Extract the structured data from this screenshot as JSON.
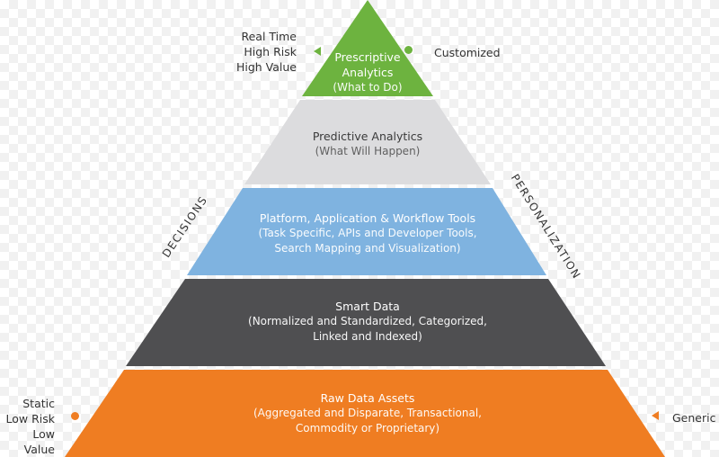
{
  "colors": {
    "green": "#6db33f",
    "light_gray": "#dcdcde",
    "light_blue": "#7fb3e0",
    "dark_gray": "#4f4f51",
    "orange": "#ef7d22"
  },
  "tiers": [
    {
      "title": "Prescriptive",
      "title2": "Analytics",
      "subtitle": "(What to Do)"
    },
    {
      "title": "Predictive Analytics",
      "subtitle": "(What Will Happen)"
    },
    {
      "title": "Platform, Application & Workflow Tools",
      "subtitle": "(Task Specific, APIs and Developer Tools,",
      "subtitle2": "Search Mapping and Visualization)"
    },
    {
      "title": "Smart Data",
      "subtitle": "(Normalized and Standardized, Categorized,",
      "subtitle2": "Linked and Indexed)"
    },
    {
      "title": "Raw Data Assets",
      "subtitle": "(Aggregated and Disparate, Transactional,",
      "subtitle2": "Commodity or Proprietary)"
    }
  ],
  "top_left": {
    "line1": "Real Time",
    "line2": "High Risk",
    "line3": "High Value"
  },
  "top_right": {
    "label": "Customized"
  },
  "bottom_left": {
    "line1": "Static",
    "line2": "Low Risk",
    "line3": "Low Value"
  },
  "bottom_right": {
    "label": "Generic"
  },
  "left_axis": "DECISIONS",
  "right_axis": "PERSONALIZATION"
}
